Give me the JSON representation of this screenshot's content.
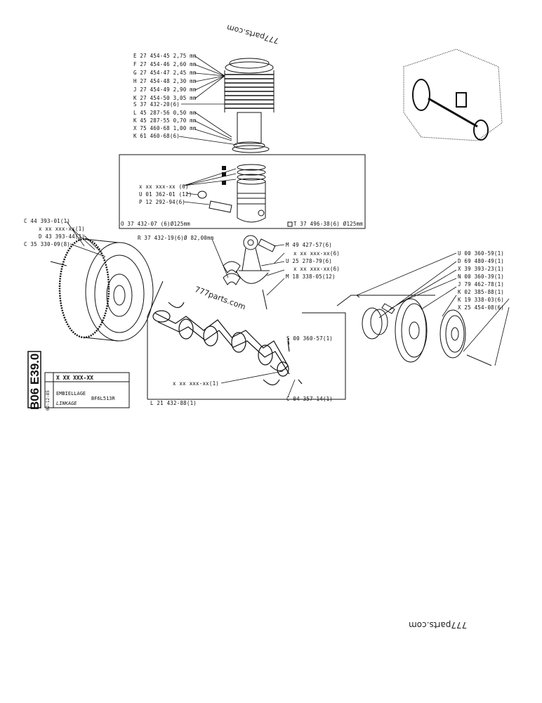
{
  "watermarks": [
    "777parts.com",
    "777parts.com",
    "777parts.com"
  ],
  "drawing_code": "B06 E39.0",
  "date_code": "02-12-85",
  "title_block": {
    "ref": "X XX XXX-XX",
    "title_fr": "EMBIELLAGE",
    "title_en": "LINKAGE",
    "engine": "BF6L513R"
  },
  "labels": {
    "e": "E 27 454-45 2,75 mm",
    "f": "F 27 454-46 2,60 mm",
    "g": "G 27 454-47 2,45 mm",
    "h": "H 27 454-48 2,30 mm",
    "j": "J 27 454-49 2,90 mm",
    "k1": "K 27 454-50 3,05 mm",
    "s1": "S 37 432-20(6)",
    "l1": "L 45 287-56 0,50 mm",
    "k2": "K 45 287-55 0,70 mm",
    "x1": "X 75 460-68 1,00 mm",
    "k3": "K 61 460-68(6)",
    "xx1": "x xx xxx-xx (6)",
    "u1": "U 01 362-01 (12)",
    "p1": "P 12 292-94(6)",
    "o1": "O 37 432-07 (6)Ø125mm",
    "t1": "T 37 496-38(6) Ø125mm",
    "c1": "C 44 393-01(1)",
    "xx2": "x xx xxx-xx(1)",
    "d1": "D 43 393-44(1)",
    "c2": "C 35 330-09(8)",
    "r1": "R 37 432-19(6)Ø 82,00mm",
    "m1": "M 49 427-57(6)",
    "xx3": "x xx xxx-xx(6)",
    "u2": "U 25 278-79(6)",
    "xx4": "x xx xxx-xx(6)",
    "m2": "M 18 338-05(12)",
    "s2": "S 00 360-57(1)",
    "xx5": "x xx xxx-xx(1)",
    "c3": "C 04 357-14(1)",
    "l2": "L 21 432-88(1)",
    "u3": "U 00 360-59(1)",
    "d2": "D 69 480-49(1)",
    "x2": "X 39 393-23(1)",
    "n1": "N 00 360-39(1)",
    "j2": "J 79 462-78(1)",
    "k4": "K 02 385-88(1)",
    "k5": "K 19 338-03(6)",
    "x3": "X 25 454-08(6)"
  }
}
